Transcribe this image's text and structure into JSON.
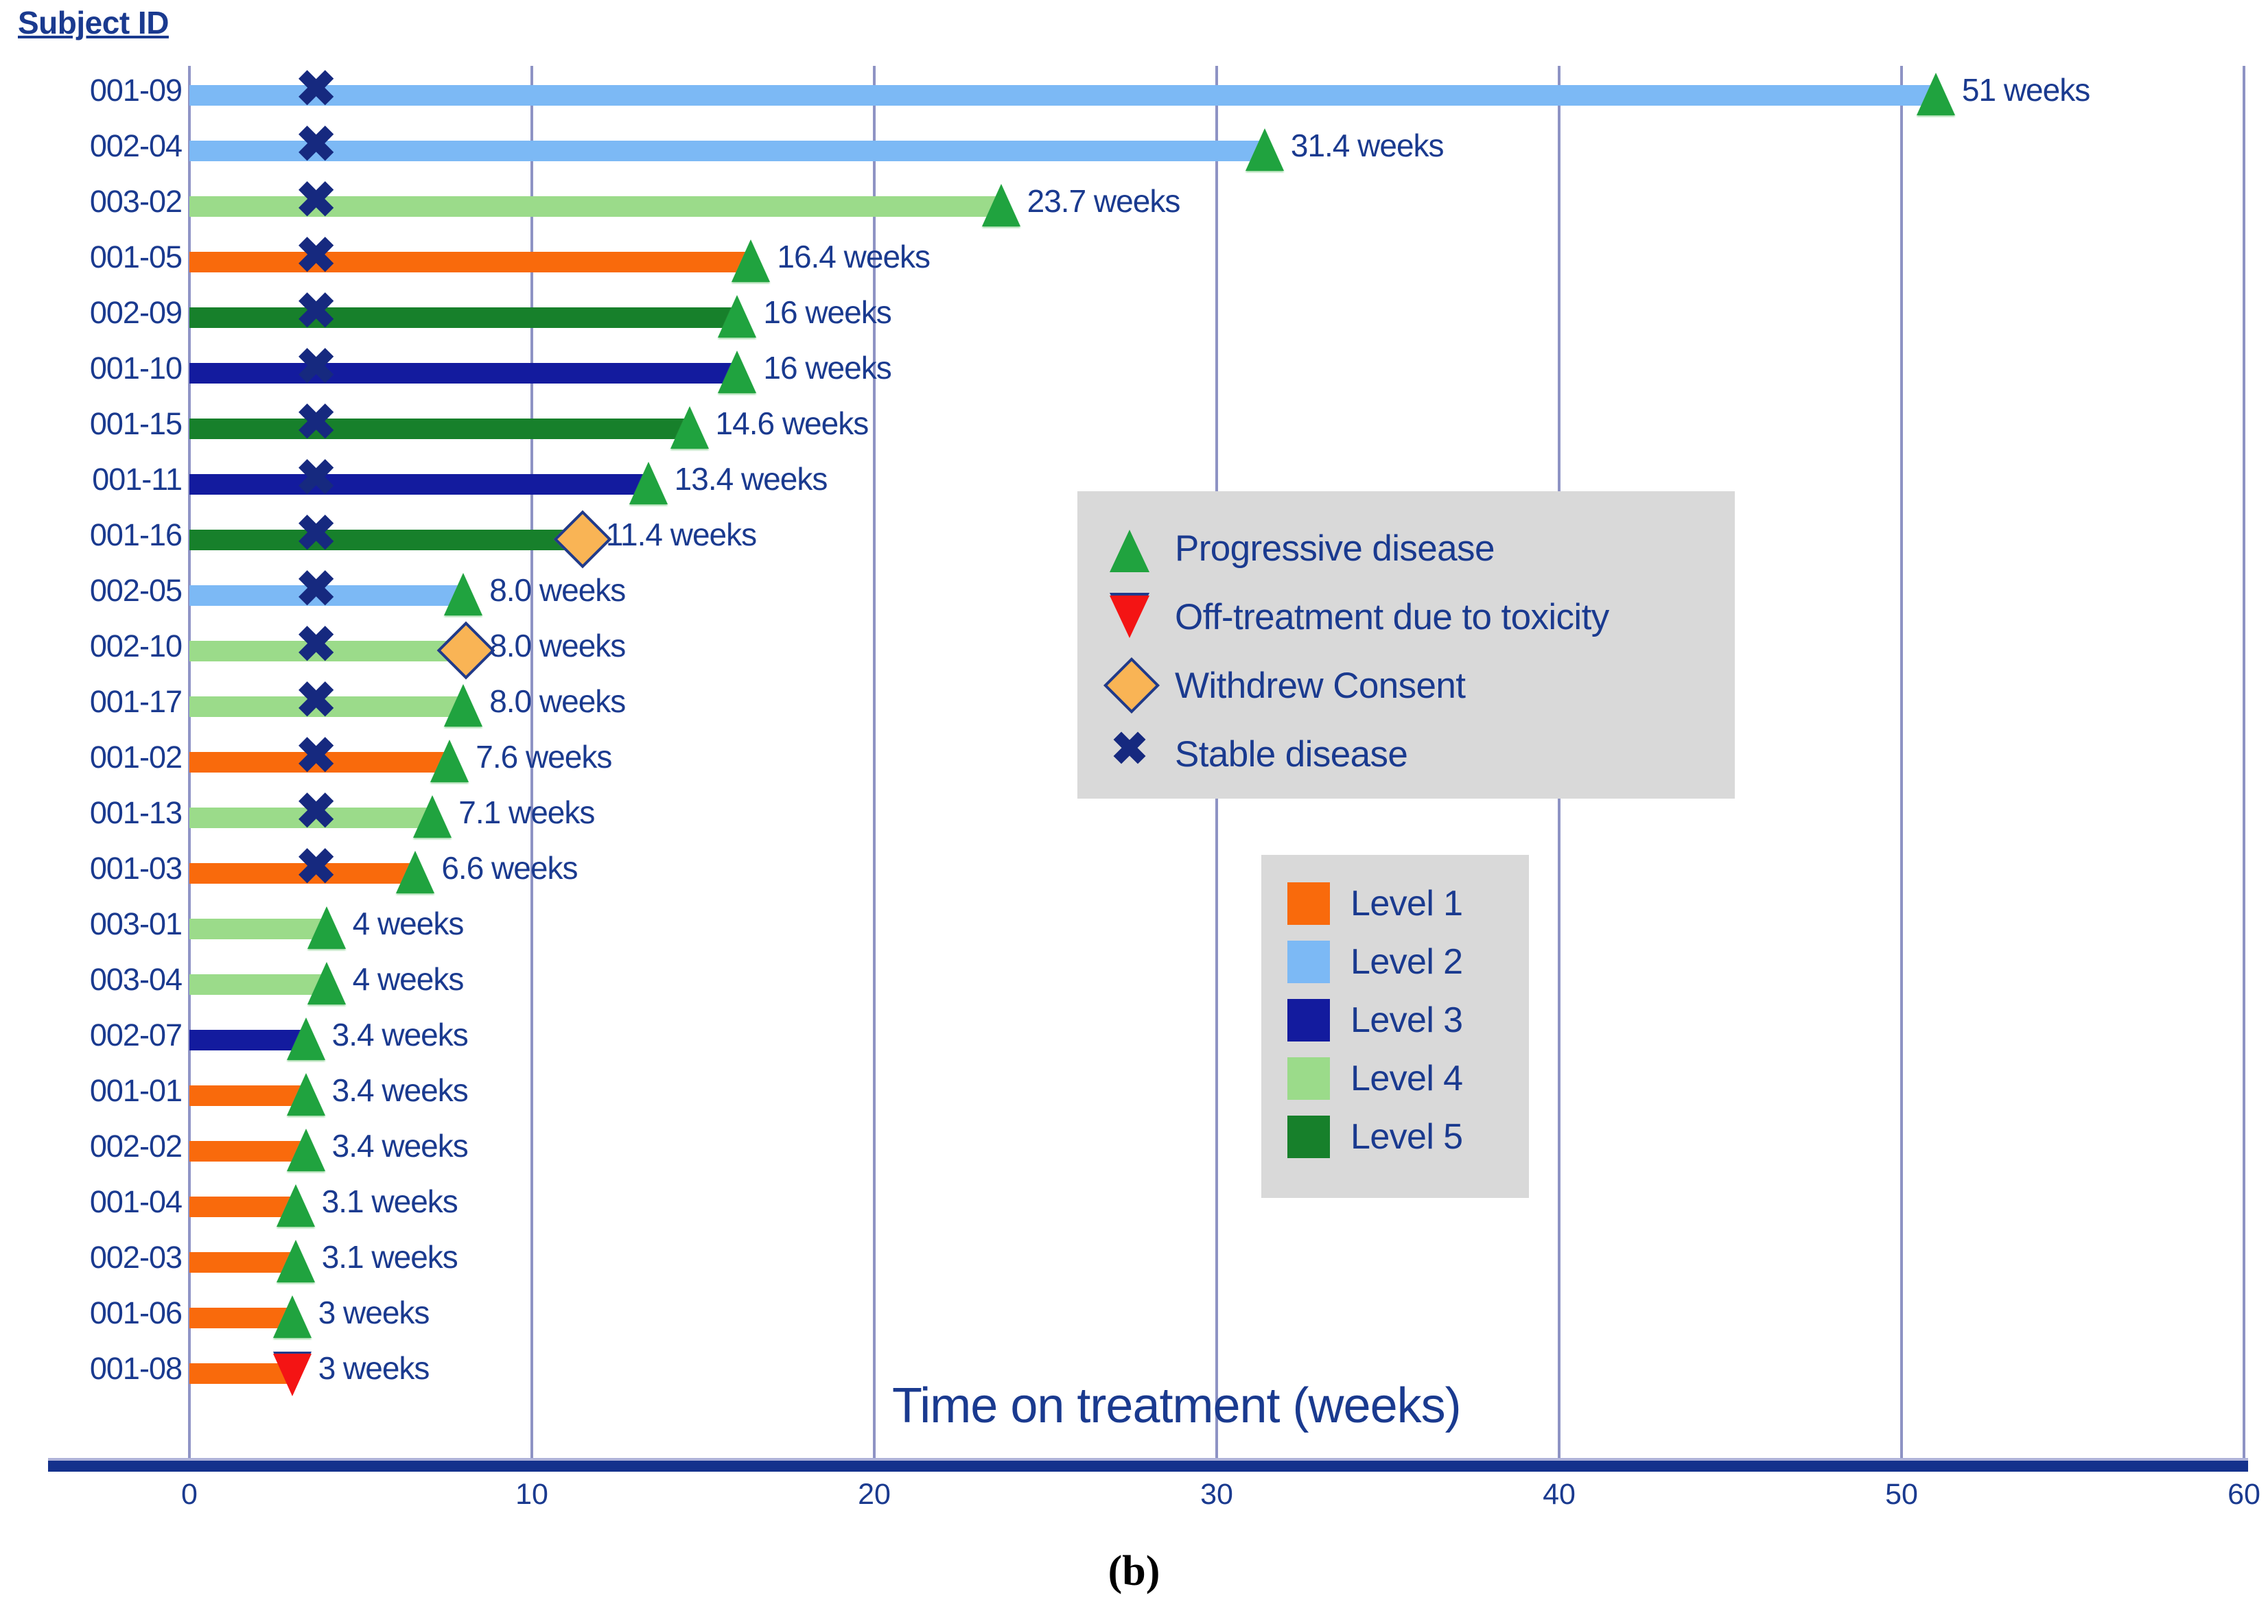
{
  "header": {
    "subject_id_label": "Subject ID"
  },
  "figure": {
    "caption": "(b)"
  },
  "axis": {
    "title": "Time on treatment (weeks)",
    "ticks": [
      "0",
      "10",
      "20",
      "30",
      "40",
      "50",
      "60"
    ]
  },
  "event_legend": {
    "items": [
      {
        "icon": "triangle-up-green-icon",
        "label": "Progressive disease"
      },
      {
        "icon": "triangle-down-red-icon",
        "label": "Off-treatment due to toxicity"
      },
      {
        "icon": "diamond-orange-icon",
        "label": "Withdrew Consent"
      },
      {
        "icon": "x-mark-navy-icon",
        "label": "Stable disease"
      }
    ]
  },
  "level_legend": {
    "items": [
      {
        "label": "Level 1",
        "color": "#F96A0C"
      },
      {
        "label": "Level 2",
        "color": "#7CB9F5"
      },
      {
        "label": "Level 3",
        "color": "#131B9E"
      },
      {
        "label": "Level 4",
        "color": "#9BDB8A"
      },
      {
        "label": "Level 5",
        "color": "#17802B"
      }
    ]
  },
  "chart_data": {
    "type": "bar",
    "chart_kind": "swimmer-plot",
    "title": "",
    "xlabel": "Time on treatment (weeks)",
    "ylabel": "Subject ID",
    "xlim": [
      0,
      60
    ],
    "xticks": [
      0,
      10,
      20,
      30,
      40,
      50,
      60
    ],
    "grid": "vertical",
    "level_colors": {
      "Level 1": "#F96A0C",
      "Level 2": "#7CB9F5",
      "Level 3": "#131B9E",
      "Level 4": "#9BDB8A",
      "Level 5": "#17802B"
    },
    "event_markers": {
      "Progressive disease": "triangle-up-green",
      "Off-treatment due to toxicity": "triangle-down-red",
      "Withdrew Consent": "diamond-orange",
      "Stable disease": "x-mark-navy"
    },
    "categories": [
      "001-09",
      "002-04",
      "003-02",
      "001-05",
      "002-09",
      "001-10",
      "001-15",
      "001-11",
      "001-16",
      "002-05",
      "002-10",
      "001-17",
      "001-02",
      "001-13",
      "001-03",
      "003-01",
      "003-04",
      "002-07",
      "001-01",
      "002-02",
      "001-04",
      "002-03",
      "001-06",
      "001-08"
    ],
    "values": [
      51,
      31.4,
      23.7,
      16.4,
      16,
      16,
      14.6,
      13.4,
      11.4,
      8.0,
      8.0,
      8.0,
      7.6,
      7.1,
      6.6,
      4,
      4,
      3.4,
      3.4,
      3.4,
      3.1,
      3.1,
      3,
      3
    ],
    "rows": [
      {
        "subject": "001-09",
        "weeks": 51,
        "label": "51 weeks",
        "level": "Level 2",
        "end_event": "Progressive disease",
        "stable_disease_week": 3.7
      },
      {
        "subject": "002-04",
        "weeks": 31.4,
        "label": "31.4 weeks",
        "level": "Level 2",
        "end_event": "Progressive disease",
        "stable_disease_week": 3.7
      },
      {
        "subject": "003-02",
        "weeks": 23.7,
        "label": "23.7 weeks",
        "level": "Level 4",
        "end_event": "Progressive disease",
        "stable_disease_week": 3.7
      },
      {
        "subject": "001-05",
        "weeks": 16.4,
        "label": "16.4 weeks",
        "level": "Level 1",
        "end_event": "Progressive disease",
        "stable_disease_week": 3.7
      },
      {
        "subject": "002-09",
        "weeks": 16,
        "label": "16 weeks",
        "level": "Level 5",
        "end_event": "Progressive disease",
        "stable_disease_week": 3.7
      },
      {
        "subject": "001-10",
        "weeks": 16,
        "label": "16 weeks",
        "level": "Level 3",
        "end_event": "Progressive disease",
        "stable_disease_week": 3.7
      },
      {
        "subject": "001-15",
        "weeks": 14.6,
        "label": "14.6 weeks",
        "level": "Level 5",
        "end_event": "Progressive disease",
        "stable_disease_week": 3.7
      },
      {
        "subject": "001-11",
        "weeks": 13.4,
        "label": "13.4 weeks",
        "level": "Level 3",
        "end_event": "Progressive disease",
        "stable_disease_week": 3.7
      },
      {
        "subject": "001-16",
        "weeks": 11.4,
        "label": "11.4 weeks",
        "level": "Level 5",
        "end_event": "Withdrew Consent",
        "stable_disease_week": 3.7
      },
      {
        "subject": "002-05",
        "weeks": 8.0,
        "label": "8.0 weeks",
        "level": "Level 2",
        "end_event": "Progressive disease",
        "stable_disease_week": 3.7
      },
      {
        "subject": "002-10",
        "weeks": 8.0,
        "label": "8.0 weeks",
        "level": "Level 4",
        "end_event": "Withdrew Consent",
        "stable_disease_week": 3.7
      },
      {
        "subject": "001-17",
        "weeks": 8.0,
        "label": "8.0 weeks",
        "level": "Level 4",
        "end_event": "Progressive disease",
        "stable_disease_week": 3.7
      },
      {
        "subject": "001-02",
        "weeks": 7.6,
        "label": "7.6 weeks",
        "level": "Level 1",
        "end_event": "Progressive disease",
        "stable_disease_week": 3.7
      },
      {
        "subject": "001-13",
        "weeks": 7.1,
        "label": "7.1 weeks",
        "level": "Level 4",
        "end_event": "Progressive disease",
        "stable_disease_week": 3.7
      },
      {
        "subject": "001-03",
        "weeks": 6.6,
        "label": "6.6 weeks",
        "level": "Level 1",
        "end_event": "Progressive disease",
        "stable_disease_week": 3.7
      },
      {
        "subject": "003-01",
        "weeks": 4,
        "label": "4 weeks",
        "level": "Level 4",
        "end_event": "Progressive disease",
        "stable_disease_week": null
      },
      {
        "subject": "003-04",
        "weeks": 4,
        "label": "4 weeks",
        "level": "Level 4",
        "end_event": "Progressive disease",
        "stable_disease_week": null
      },
      {
        "subject": "002-07",
        "weeks": 3.4,
        "label": "3.4 weeks",
        "level": "Level 3",
        "end_event": "Progressive disease",
        "stable_disease_week": null
      },
      {
        "subject": "001-01",
        "weeks": 3.4,
        "label": "3.4 weeks",
        "level": "Level 1",
        "end_event": "Progressive disease",
        "stable_disease_week": null
      },
      {
        "subject": "002-02",
        "weeks": 3.4,
        "label": "3.4 weeks",
        "level": "Level 1",
        "end_event": "Progressive disease",
        "stable_disease_week": null
      },
      {
        "subject": "001-04",
        "weeks": 3.1,
        "label": "3.1 weeks",
        "level": "Level 1",
        "end_event": "Progressive disease",
        "stable_disease_week": null
      },
      {
        "subject": "002-03",
        "weeks": 3.1,
        "label": "3.1 weeks",
        "level": "Level 1",
        "end_event": "Progressive disease",
        "stable_disease_week": null
      },
      {
        "subject": "001-06",
        "weeks": 3,
        "label": "3 weeks",
        "level": "Level 1",
        "end_event": "Progressive disease",
        "stable_disease_week": null
      },
      {
        "subject": "001-08",
        "weeks": 3,
        "label": "3 weeks",
        "level": "Level 1",
        "end_event": "Off-treatment due to toxicity",
        "stable_disease_week": null
      }
    ]
  }
}
